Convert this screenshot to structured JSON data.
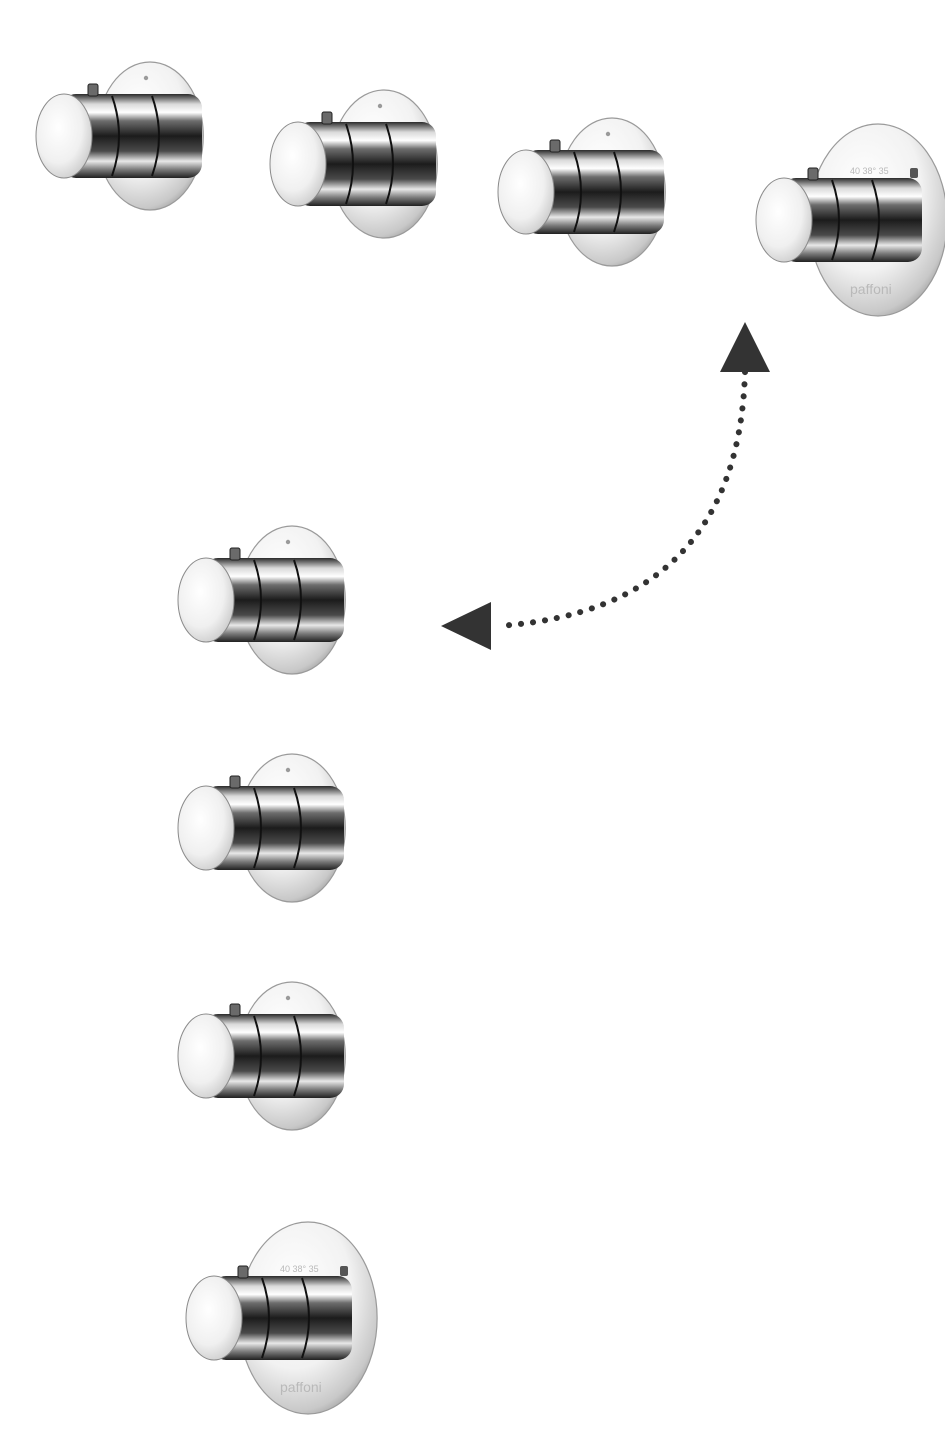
{
  "scene": {
    "background": "#ffffff",
    "arrow_color": "#333333",
    "valves": [
      {
        "id": "valve-top-1",
        "large": false
      },
      {
        "id": "valve-top-2",
        "large": false
      },
      {
        "id": "valve-top-3",
        "large": false
      },
      {
        "id": "valve-top-4",
        "large": true
      },
      {
        "id": "valve-left-1",
        "large": false
      },
      {
        "id": "valve-left-2",
        "large": false
      },
      {
        "id": "valve-left-3",
        "large": false
      },
      {
        "id": "valve-left-4",
        "large": true
      }
    ],
    "brand": "paffoni",
    "scale_text": "40 38° 35"
  }
}
